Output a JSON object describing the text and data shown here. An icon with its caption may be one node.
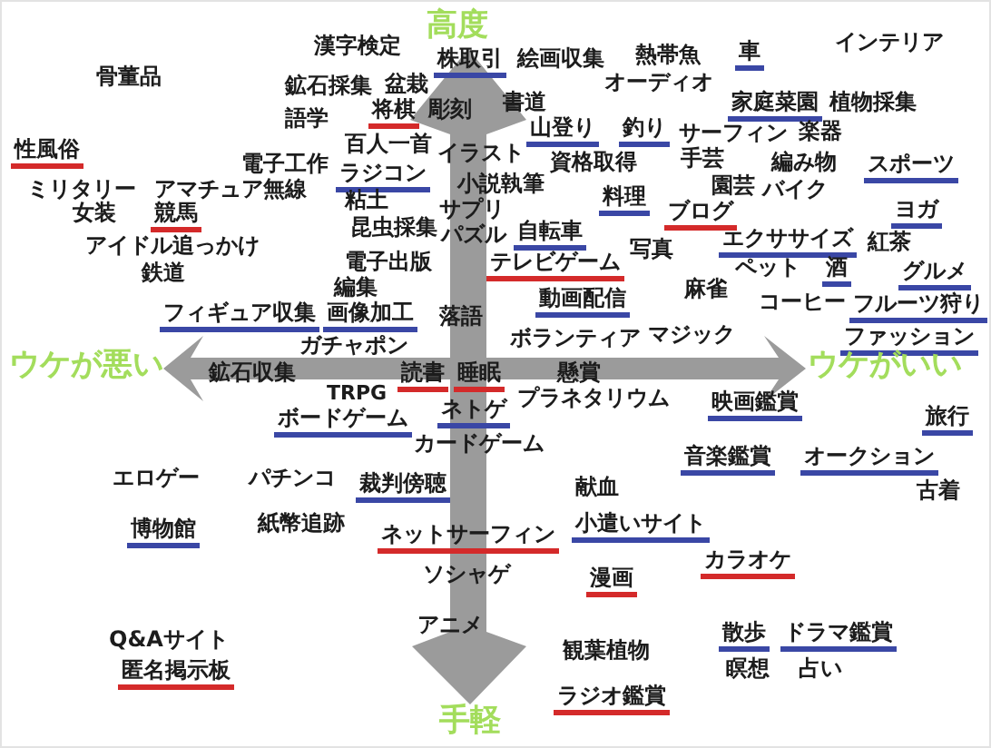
{
  "diagram": {
    "labels": [
      "高度",
      "漢字検定",
      "株取引",
      "絵画収集",
      "熱帯魚",
      "車",
      "インテリア",
      "骨董品",
      "鉱石採集",
      "盆栽",
      "オーディオ",
      "書道",
      "家庭菜園",
      "植物採集",
      "語学",
      "将棋",
      "彫刻",
      "山登り",
      "釣り",
      "サーフィン",
      "楽器",
      "百人一首",
      "性風俗",
      "イラスト",
      "手芸",
      "資格取得",
      "編み物",
      "スポーツ",
      "電子工作",
      "ラジコン",
      "小説執筆",
      "園芸",
      "ミリタリー",
      "アマチュア無線",
      "バイク",
      "料理",
      "粘土",
      "サプリ",
      "ヨガ",
      "ブログ",
      "女装",
      "競馬",
      "昆虫採集",
      "パズル",
      "自転車",
      "エクササイズ",
      "アイドル追っかけ",
      "紅茶",
      "写真",
      "電子出版",
      "テレビゲーム",
      "ペット",
      "酒",
      "鉄道",
      "編集",
      "グルメ",
      "麻雀",
      "動画配信",
      "コーヒー",
      "フルーツ狩り",
      "落語",
      "フィギュア収集",
      "画像加工",
      "マジック",
      "ファッション",
      "ボランティア",
      "ガチャポン",
      "ウケが悪い",
      "鉱石収集",
      "読書",
      "睡眠",
      "懸賞",
      "ウケがいい",
      "TRPG",
      "プラネタリウム",
      "映画鑑賞",
      "ネトゲ",
      "ボードゲーム",
      "旅行",
      "カードゲーム",
      "音楽鑑賞",
      "オークション",
      "エロゲー",
      "パチンコ",
      "裁判傍聴",
      "献血",
      "古着",
      "紙幣追跡",
      "小遣いサイト",
      "博物館",
      "ネットサーフィン",
      "カラオケ",
      "ソシャゲ",
      "漫画",
      "アニメ",
      "散歩",
      "ドラマ鑑賞",
      "Q&Aサイト",
      "観葉植物",
      "匿名掲示板",
      "瞑想",
      "占い",
      "ラジオ鑑賞",
      "手軽"
    ]
  }
}
